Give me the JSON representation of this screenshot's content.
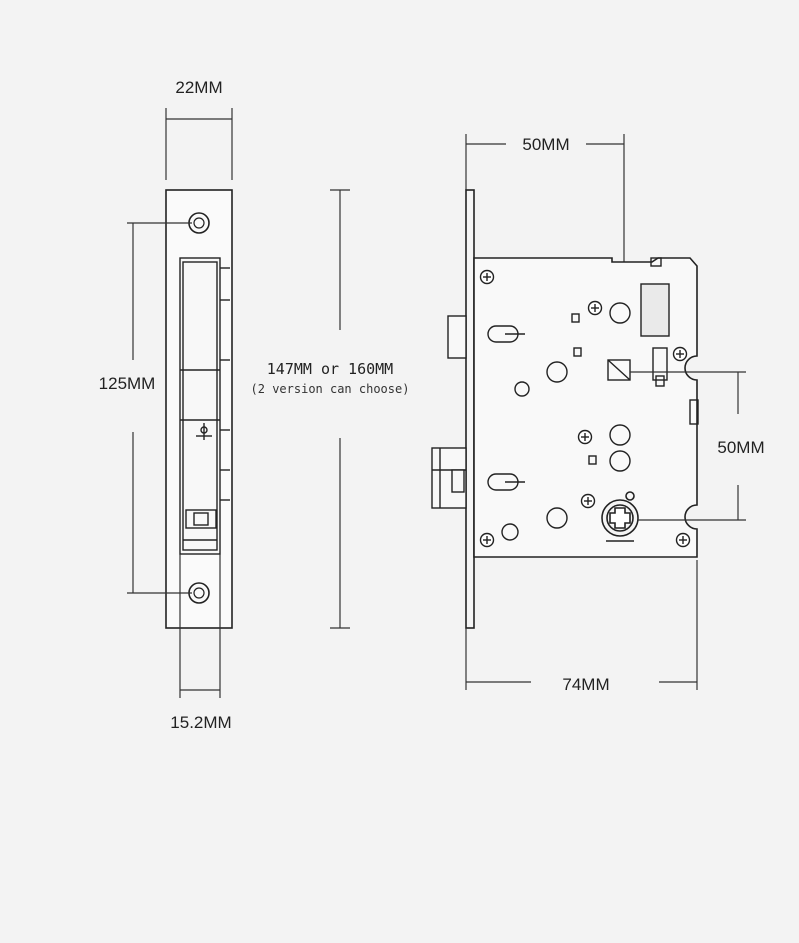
{
  "diagram": {
    "dim_width": "22MM",
    "dim_hole_spacing": "125MM",
    "dim_body_width": "15.2MM",
    "dim_faceplate_length": "147MM or 160MM",
    "dim_faceplate_note": "(2 version can choose)",
    "dim_backset": "50MM",
    "dim_handle_to_cylinder": "50MM",
    "dim_case_depth": "74MM"
  }
}
